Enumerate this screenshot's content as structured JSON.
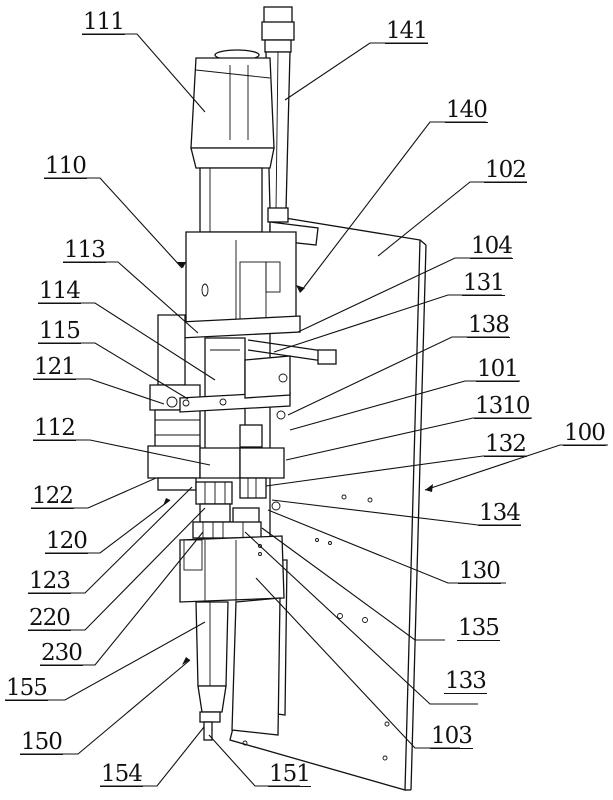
{
  "figure": {
    "title": "Mechanical assembly perspective drawing",
    "labels": [
      {
        "id": "111",
        "text": "111"
      },
      {
        "id": "141",
        "text": "141"
      },
      {
        "id": "140",
        "text": "140"
      },
      {
        "id": "102",
        "text": "102"
      },
      {
        "id": "110",
        "text": "110"
      },
      {
        "id": "104",
        "text": "104"
      },
      {
        "id": "113",
        "text": "113"
      },
      {
        "id": "131",
        "text": "131"
      },
      {
        "id": "114",
        "text": "114"
      },
      {
        "id": "138",
        "text": "138"
      },
      {
        "id": "115",
        "text": "115"
      },
      {
        "id": "101",
        "text": "101"
      },
      {
        "id": "121",
        "text": "121"
      },
      {
        "id": "1310",
        "text": "1310"
      },
      {
        "id": "112",
        "text": "112"
      },
      {
        "id": "132",
        "text": "132"
      },
      {
        "id": "100",
        "text": "100"
      },
      {
        "id": "122",
        "text": "122"
      },
      {
        "id": "134",
        "text": "134"
      },
      {
        "id": "120",
        "text": "120"
      },
      {
        "id": "130",
        "text": "130"
      },
      {
        "id": "123",
        "text": "123"
      },
      {
        "id": "220",
        "text": "220"
      },
      {
        "id": "135",
        "text": "135"
      },
      {
        "id": "230",
        "text": "230"
      },
      {
        "id": "133",
        "text": "133"
      },
      {
        "id": "155",
        "text": "155"
      },
      {
        "id": "150",
        "text": "150"
      },
      {
        "id": "103",
        "text": "103"
      },
      {
        "id": "154",
        "text": "154"
      },
      {
        "id": "151",
        "text": "151"
      }
    ]
  }
}
